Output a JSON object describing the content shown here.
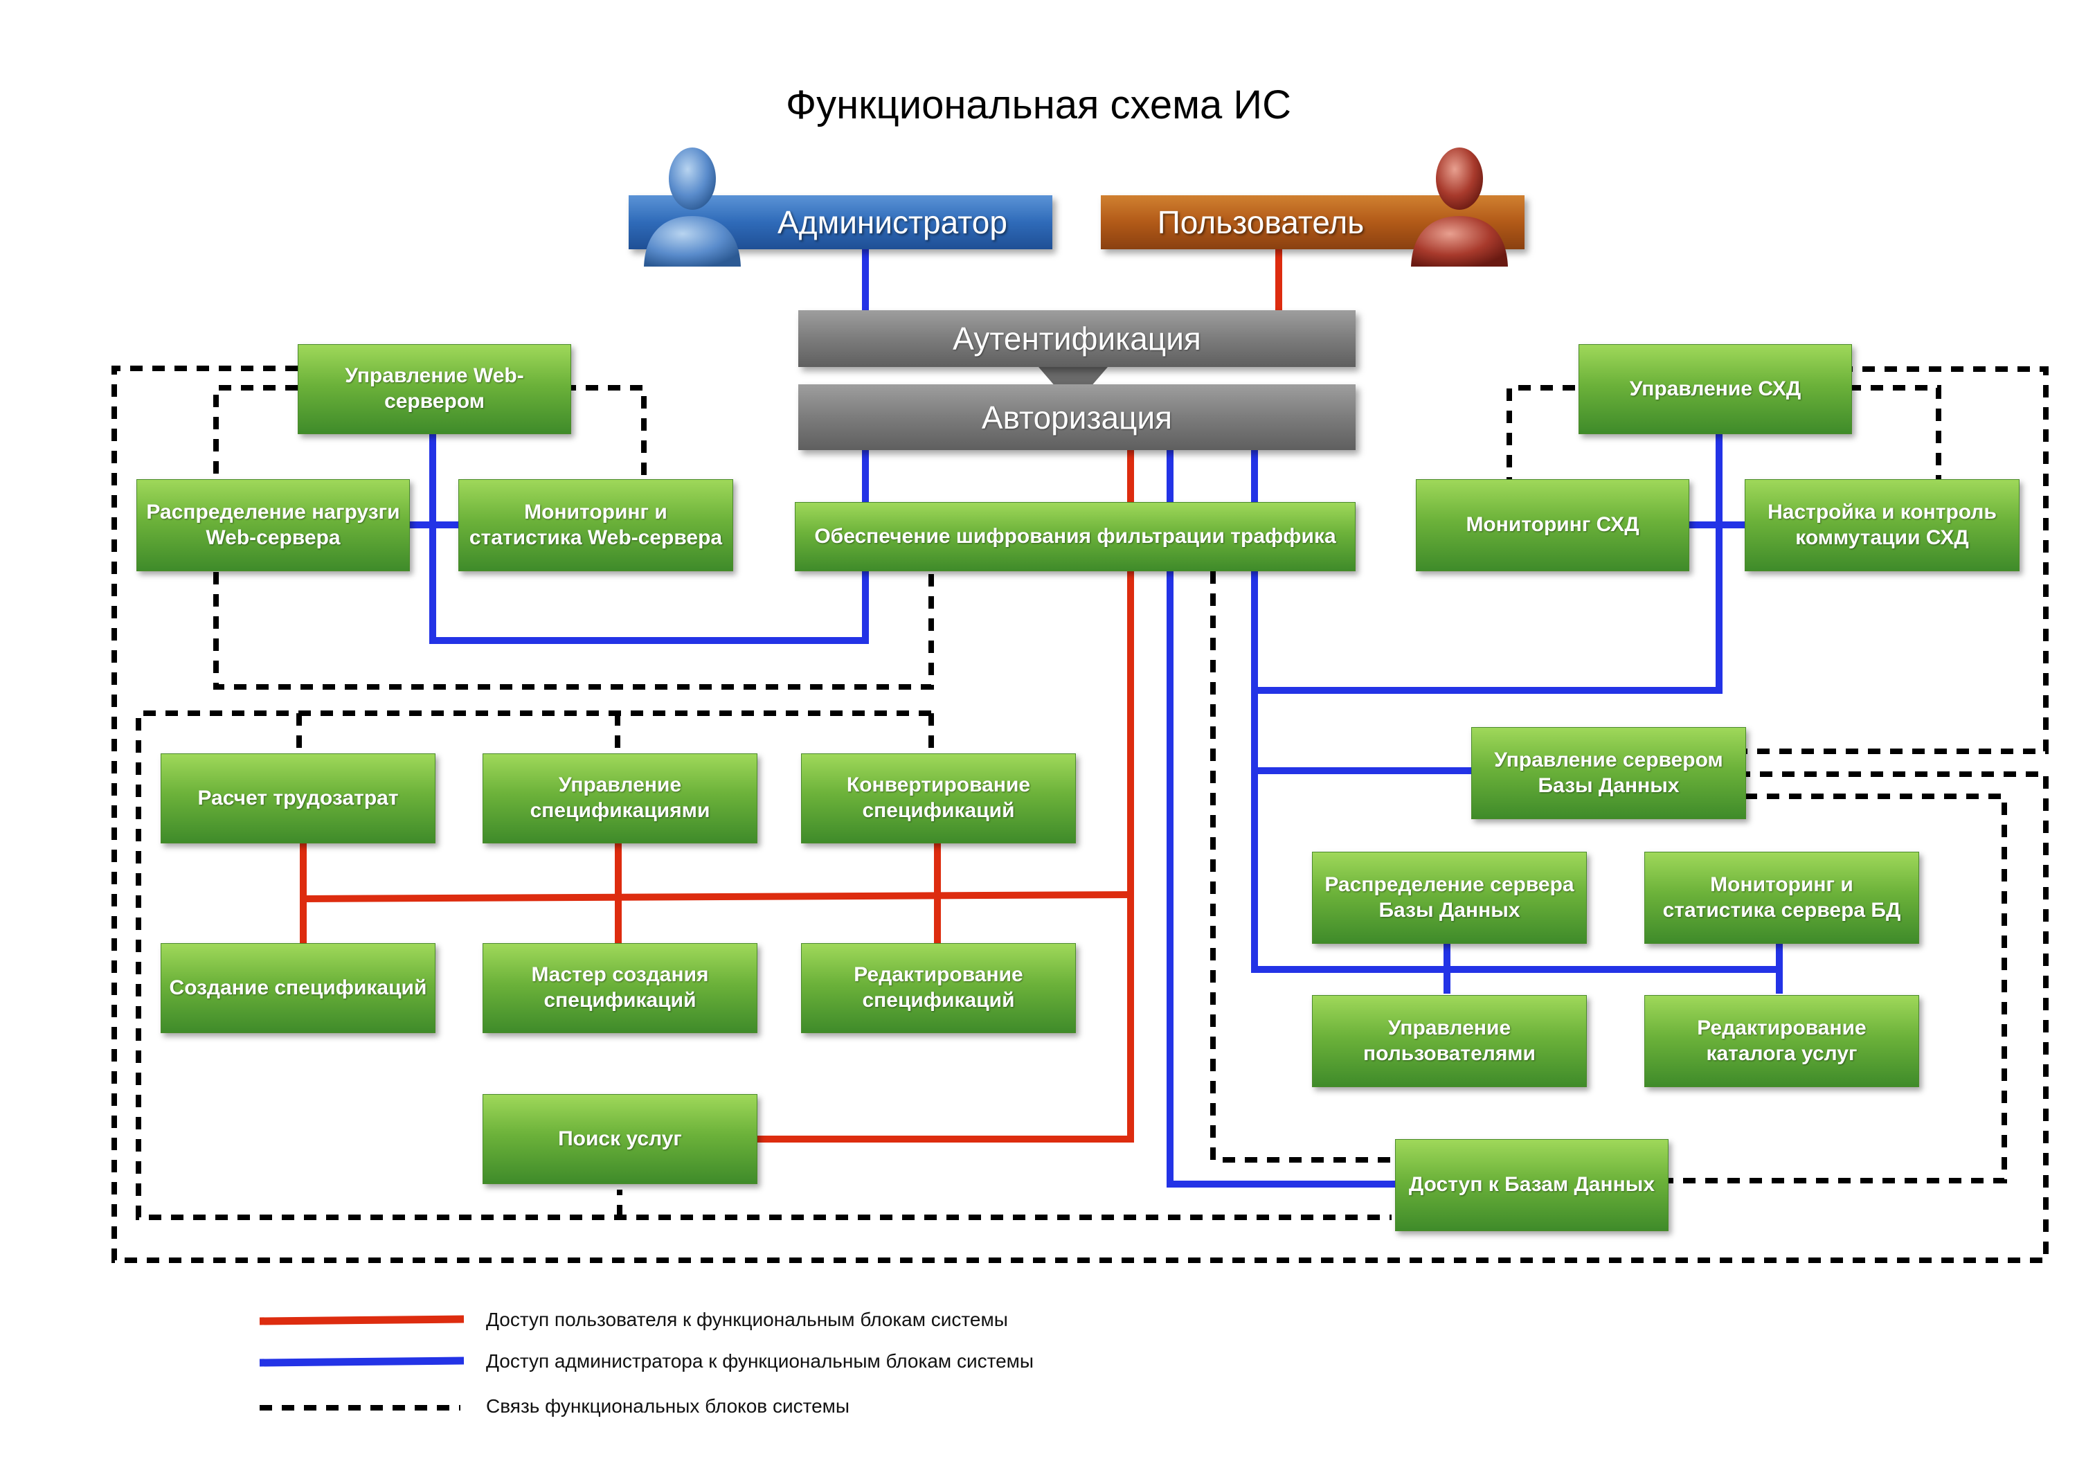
{
  "title": "Функциональная схема ИС",
  "roles": {
    "admin": "Администратор",
    "user": "Пользователь"
  },
  "auth": {
    "authentication": "Аутентификация",
    "authorization": "Авторизация"
  },
  "blocks": {
    "web_server_mgmt": "Управление Web-сервером",
    "web_load_balance": "Распределение нагрузги Web-сервера",
    "web_monitoring": "Мониторинг и статистика Web-сервера",
    "traffic_encryption": "Обеспечение шифрования фильтрации траффика",
    "storage_mgmt": "Управление СХД",
    "storage_monitoring": "Мониторинг СХД",
    "storage_switching": "Настройка и контроль коммутации СХД",
    "labor_costs": "Расчет трудозатрат",
    "spec_mgmt": "Управление спецификациями",
    "spec_convert": "Конвертирование спецификаций",
    "spec_create": "Создание спецификаций",
    "spec_wizard": "Мастер создания спецификаций",
    "spec_edit": "Редактирование спецификаций",
    "service_search": "Поиск услуг",
    "db_server_mgmt": "Управление сервером Базы Данных",
    "db_distribution": "Распределение сервера Базы Данных",
    "db_monitoring": "Мониторинг и статистика сервера БД",
    "user_mgmt": "Управление пользователями",
    "catalog_edit": "Редактирование каталога услуг",
    "db_access": "Доступ к Базам Данных"
  },
  "legend": {
    "red": "Доступ пользователя к функциональным блокам системы",
    "blue": "Доступ администратора к функциональным блокам системы",
    "dashed": "Связь функциональных блоков системы"
  },
  "colors": {
    "user_line": "#dd2c0f",
    "admin_line": "#2333e6",
    "link_line": "#000000",
    "block_green": "#6cb23a",
    "admin_blue": "#2f6bb9",
    "user_orange": "#b25a18",
    "auth_gray": "#7c7c7c"
  }
}
